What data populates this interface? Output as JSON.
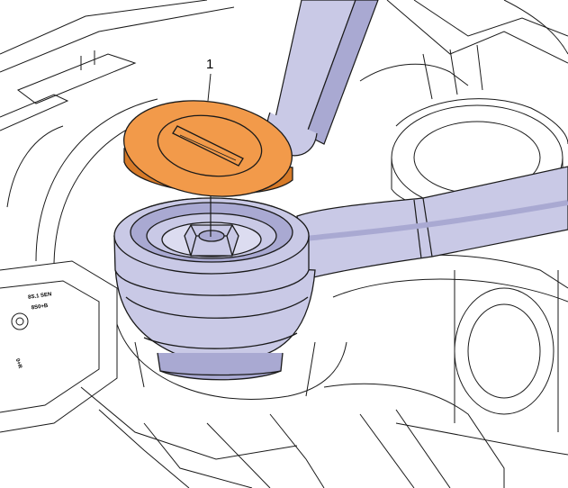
{
  "figure": {
    "callout": "1",
    "stamped_text": [
      "8S.1 SEN",
      "8S0+B",
      "0+R"
    ]
  },
  "colors": {
    "background": "#ffffff",
    "linework": "#1a1a1a",
    "part_fill": "#c9c9e6",
    "part_shade": "#a9a9d2",
    "cap_fill": "#f29a4a",
    "cap_dark": "#d77a28"
  }
}
